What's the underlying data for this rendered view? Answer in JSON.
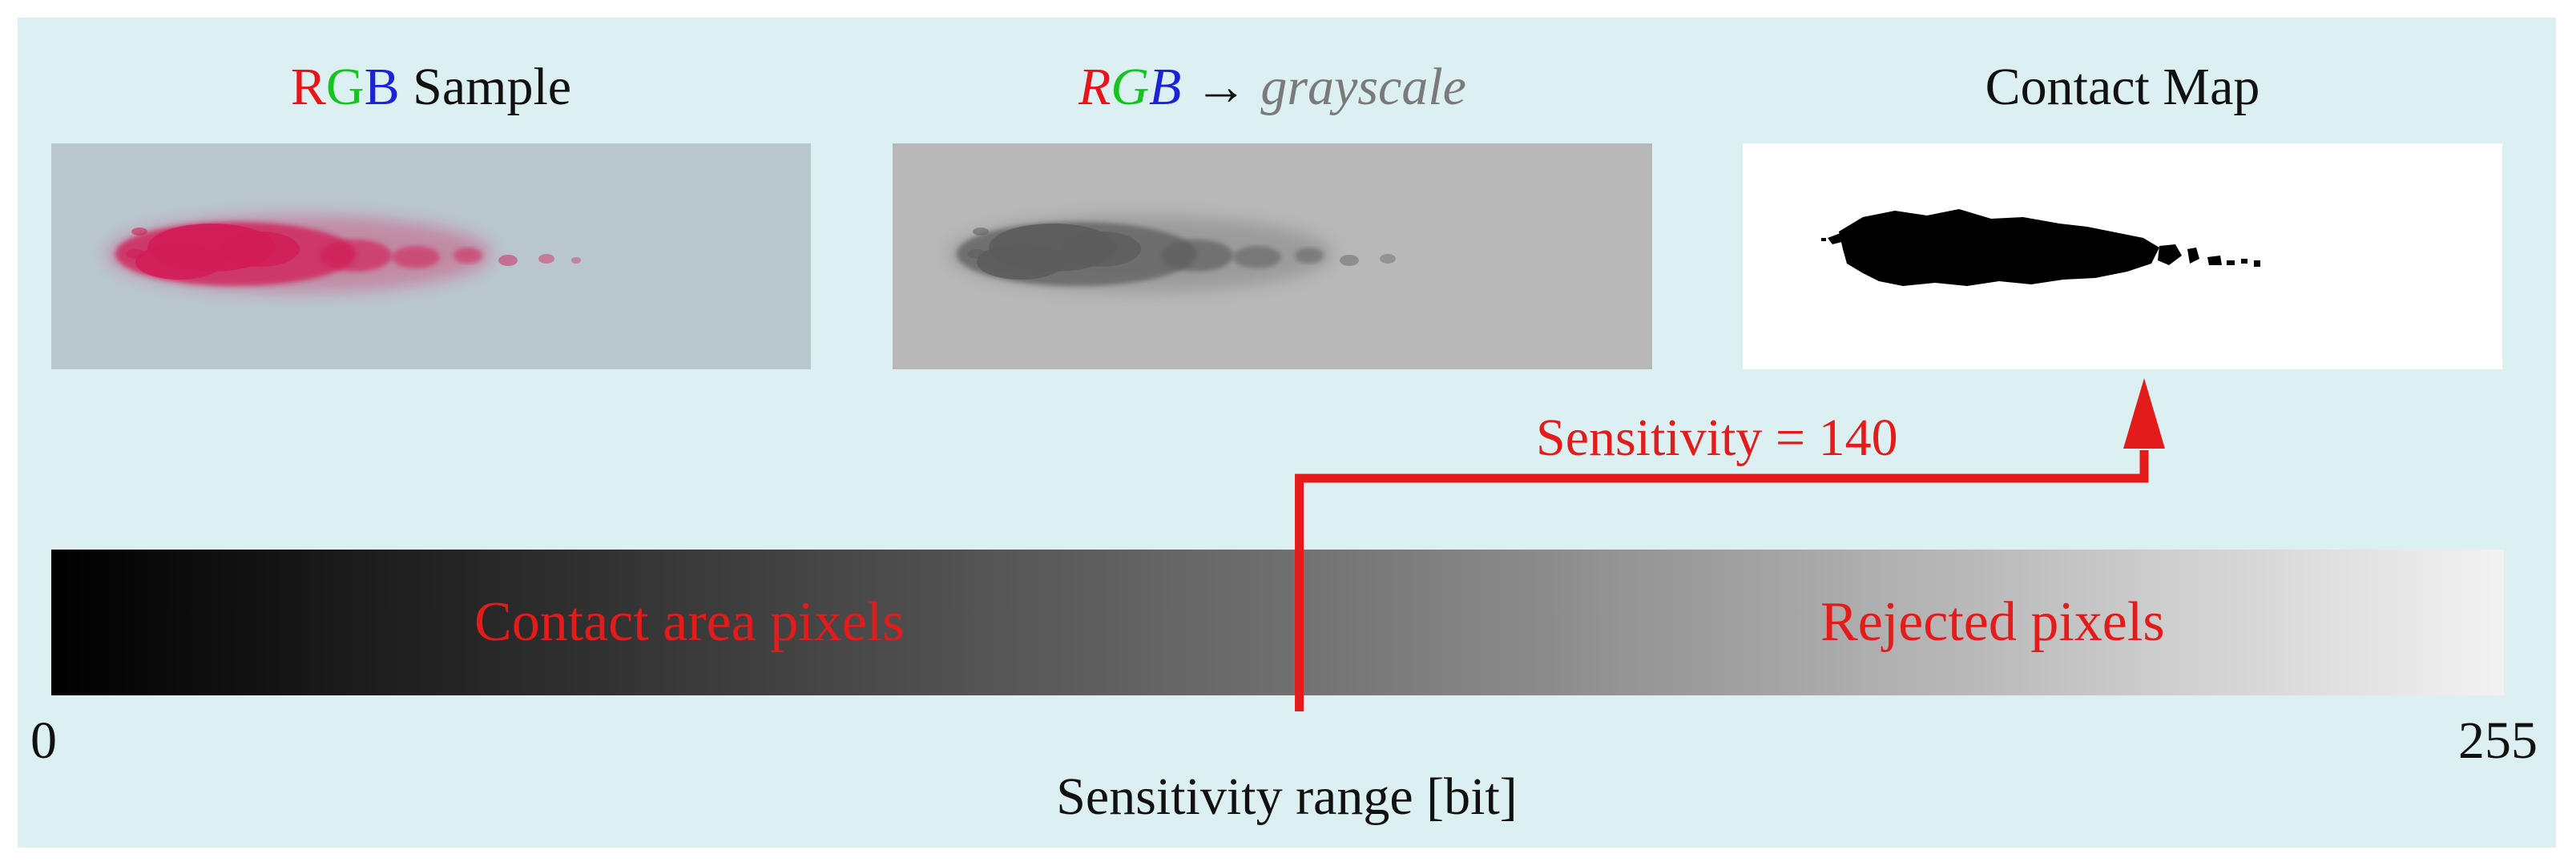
{
  "panels": {
    "sample": {
      "title_r": "R",
      "title_g": "G",
      "title_b": "B",
      "title_rest": " Sample"
    },
    "grayscale": {
      "title_r": "R",
      "title_g": "G",
      "title_b": "B",
      "arrow": " → ",
      "title_word": "grayscale"
    },
    "contact": {
      "title": "Contact Map"
    }
  },
  "bar": {
    "left_label": "Contact area pixels",
    "right_label": "Rejected pixels",
    "min_tick": "0",
    "max_tick": "255",
    "axis_title": "Sensitivity range [bit]"
  },
  "threshold": {
    "label": "Sensitivity = 140",
    "value": 140,
    "range_max": 255
  },
  "colors": {
    "stage_bg": "#dcf0f1",
    "accent_red": "#e41b1b",
    "stain_pink": "#d21c57"
  }
}
